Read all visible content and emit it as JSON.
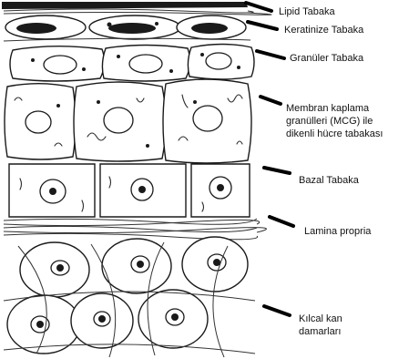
{
  "labels": {
    "lipid": "Lipid Tabaka",
    "keratinize": "Keratinize Tabaka",
    "granuler": "Granüler Tabaka",
    "mcg": [
      "Membran kaplama",
      "granülleri (MCG) ile",
      "dikenli hücre tabakası"
    ],
    "bazal": "Bazal Tabaka",
    "lamina": "Lamina propria",
    "kilcal": [
      "Kılcal kan",
      "damarları"
    ]
  },
  "colors": {
    "ink": "#1a1a1a",
    "paper": "#ffffff",
    "pointer": "#000000"
  }
}
